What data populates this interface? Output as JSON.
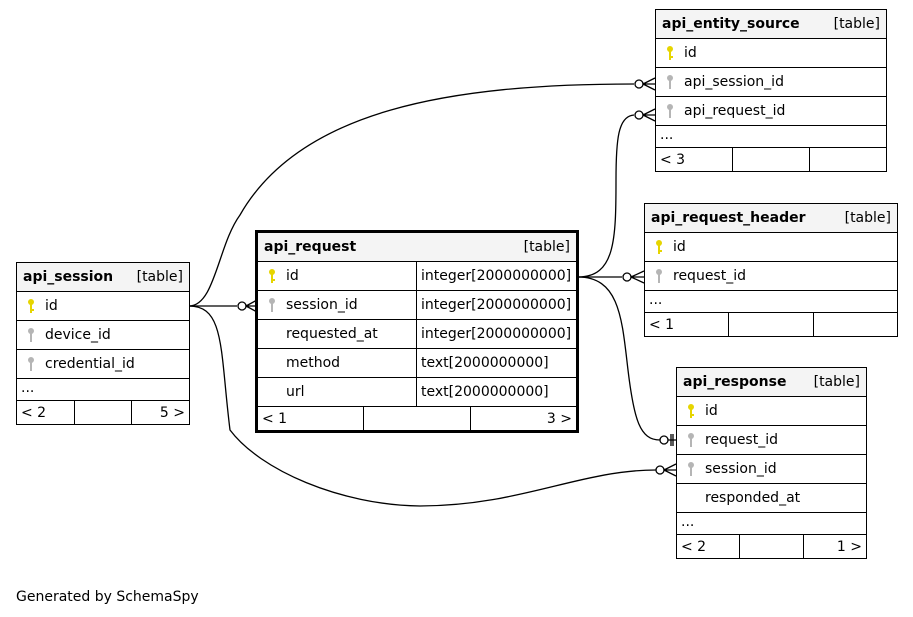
{
  "footer_text": "Generated by SchemaSpy",
  "key_colors": {
    "primary": "#e6d500",
    "foreign": "#b5b5b5"
  },
  "tables": {
    "api_session": {
      "name": "api_session",
      "kind": "[table]",
      "columns": [
        {
          "name": "id",
          "key": "primary-key-icon"
        },
        {
          "name": "device_id",
          "key": "foreign-key-icon"
        },
        {
          "name": "credential_id",
          "key": "foreign-key-icon"
        }
      ],
      "more": "...",
      "footer": [
        "< 2",
        "",
        "5 >"
      ]
    },
    "api_request": {
      "name": "api_request",
      "kind": "[table]",
      "columns": [
        {
          "name": "id",
          "type": "integer[2000000000]",
          "key": "primary-key-icon"
        },
        {
          "name": "session_id",
          "type": "integer[2000000000]",
          "key": "foreign-key-icon"
        },
        {
          "name": "requested_at",
          "type": "integer[2000000000]",
          "key": ""
        },
        {
          "name": "method",
          "type": "text[2000000000]",
          "key": ""
        },
        {
          "name": "url",
          "type": "text[2000000000]",
          "key": ""
        }
      ],
      "footer": [
        "< 1",
        "",
        "3 >"
      ]
    },
    "api_entity_source": {
      "name": "api_entity_source",
      "kind": "[table]",
      "columns": [
        {
          "name": "id",
          "key": "primary-key-icon"
        },
        {
          "name": "api_session_id",
          "key": "foreign-key-icon"
        },
        {
          "name": "api_request_id",
          "key": "foreign-key-icon"
        }
      ],
      "more": "...",
      "footer": [
        "< 3",
        "",
        ""
      ]
    },
    "api_request_header": {
      "name": "api_request_header",
      "kind": "[table]",
      "columns": [
        {
          "name": "id",
          "key": "primary-key-icon"
        },
        {
          "name": "request_id",
          "key": "foreign-key-icon"
        }
      ],
      "more": "...",
      "footer": [
        "< 1",
        "",
        ""
      ]
    },
    "api_response": {
      "name": "api_response",
      "kind": "[table]",
      "columns": [
        {
          "name": "id",
          "key": "primary-key-icon"
        },
        {
          "name": "request_id",
          "key": "foreign-key-icon"
        },
        {
          "name": "session_id",
          "key": "foreign-key-icon"
        },
        {
          "name": "responded_at",
          "key": ""
        }
      ],
      "more": "...",
      "footer": [
        "< 2",
        "",
        "1 >"
      ]
    }
  }
}
